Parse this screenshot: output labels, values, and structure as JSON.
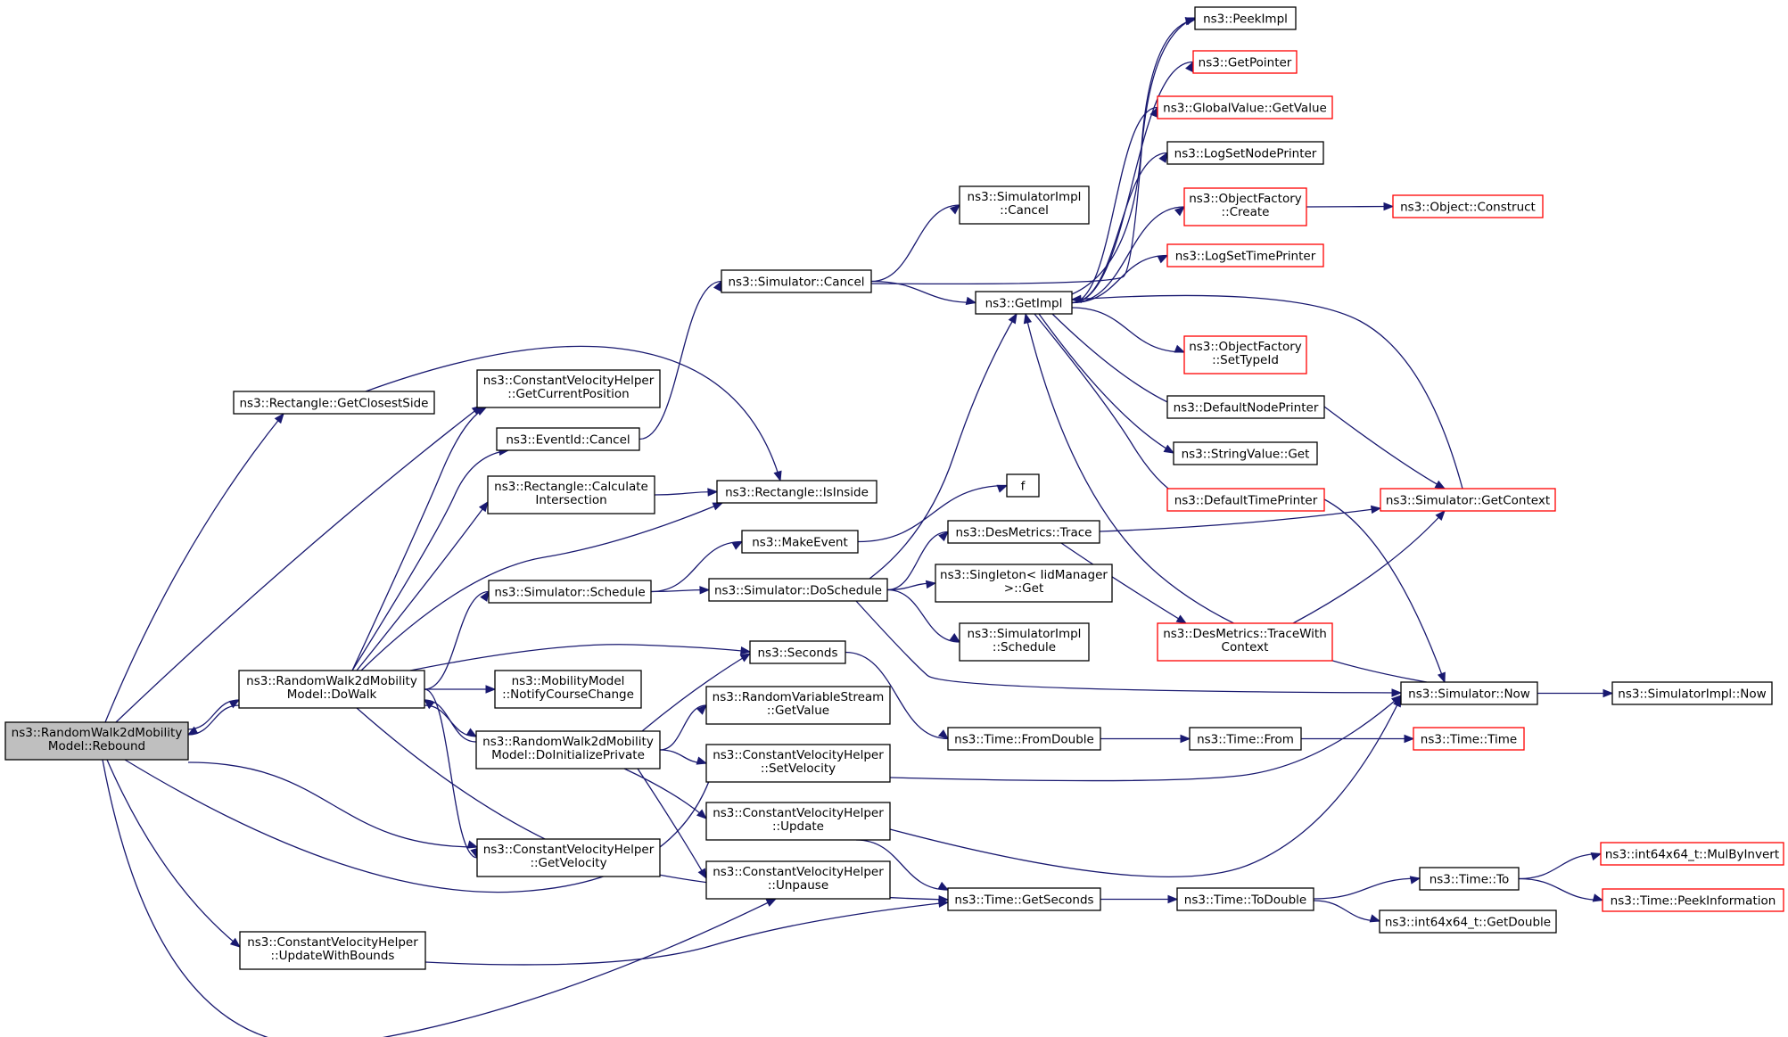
{
  "colors": {
    "edge": "#191970",
    "root_fill": "#bfbfbf",
    "node_fill": "#ffffff",
    "node_border": "#000000",
    "truncated_border": "#ff0000"
  },
  "nodes": [
    {
      "id": "rebound",
      "lines": [
        "ns3::RandomWalk2dMobility",
        "Model::Rebound"
      ],
      "style": "root"
    },
    {
      "id": "getclosestside",
      "lines": [
        "ns3::Rectangle::GetClosestSide"
      ],
      "style": "normal"
    },
    {
      "id": "getcurrentposition",
      "lines": [
        "ns3::ConstantVelocityHelper",
        "::GetCurrentPosition"
      ],
      "style": "normal"
    },
    {
      "id": "eventidcancel",
      "lines": [
        "ns3::EventId::Cancel"
      ],
      "style": "normal"
    },
    {
      "id": "calcintersection",
      "lines": [
        "ns3::Rectangle::Calculate",
        "Intersection"
      ],
      "style": "normal"
    },
    {
      "id": "isinside",
      "lines": [
        "ns3::Rectangle::IsInside"
      ],
      "style": "normal"
    },
    {
      "id": "simschedule",
      "lines": [
        "ns3::Simulator::Schedule"
      ],
      "style": "normal"
    },
    {
      "id": "dowalk",
      "lines": [
        "ns3::RandomWalk2dMobility",
        "Model::DoWalk"
      ],
      "style": "normal"
    },
    {
      "id": "doinitprivate",
      "lines": [
        "ns3::RandomWalk2dMobility",
        "Model::DoInitializePrivate"
      ],
      "style": "normal"
    },
    {
      "id": "getvelocity",
      "lines": [
        "ns3::ConstantVelocityHelper",
        "::GetVelocity"
      ],
      "style": "normal"
    },
    {
      "id": "updatewithbounds",
      "lines": [
        "ns3::ConstantVelocityHelper",
        "::UpdateWithBounds"
      ],
      "style": "normal"
    },
    {
      "id": "simcancel",
      "lines": [
        "ns3::Simulator::Cancel"
      ],
      "style": "normal"
    },
    {
      "id": "makeevent",
      "lines": [
        "ns3::MakeEvent"
      ],
      "style": "normal"
    },
    {
      "id": "doschedule",
      "lines": [
        "ns3::Simulator::DoSchedule"
      ],
      "style": "normal"
    },
    {
      "id": "seconds",
      "lines": [
        "ns3::Seconds"
      ],
      "style": "normal"
    },
    {
      "id": "notifycourse",
      "lines": [
        "ns3::MobilityModel",
        "::NotifyCourseChange"
      ],
      "style": "normal"
    },
    {
      "id": "rvsgetvalue",
      "lines": [
        "ns3::RandomVariableStream",
        "::GetValue"
      ],
      "style": "normal"
    },
    {
      "id": "setvelocity",
      "lines": [
        "ns3::ConstantVelocityHelper",
        "::SetVelocity"
      ],
      "style": "normal"
    },
    {
      "id": "cvhupdate",
      "lines": [
        "ns3::ConstantVelocityHelper",
        "::Update"
      ],
      "style": "normal"
    },
    {
      "id": "unpause",
      "lines": [
        "ns3::ConstantVelocityHelper",
        "::Unpause"
      ],
      "style": "normal"
    },
    {
      "id": "implcancel",
      "lines": [
        "ns3::SimulatorImpl",
        "::Cancel"
      ],
      "style": "normal"
    },
    {
      "id": "getimpl",
      "lines": [
        "ns3::GetImpl"
      ],
      "style": "normal"
    },
    {
      "id": "f",
      "lines": [
        "f"
      ],
      "style": "normal"
    },
    {
      "id": "desmetricstrace",
      "lines": [
        "ns3::DesMetrics::Trace"
      ],
      "style": "normal"
    },
    {
      "id": "singletonget",
      "lines": [
        "ns3::Singleton< IidManager",
        " >::Get"
      ],
      "style": "normal"
    },
    {
      "id": "implschedule",
      "lines": [
        "ns3::SimulatorImpl",
        "::Schedule"
      ],
      "style": "normal"
    },
    {
      "id": "fromdouble",
      "lines": [
        "ns3::Time::FromDouble"
      ],
      "style": "normal"
    },
    {
      "id": "getseconds",
      "lines": [
        "ns3::Time::GetSeconds"
      ],
      "style": "normal"
    },
    {
      "id": "peekimpl",
      "lines": [
        "ns3::PeekImpl"
      ],
      "style": "normal"
    },
    {
      "id": "getpointer",
      "lines": [
        "ns3::GetPointer"
      ],
      "style": "truncated"
    },
    {
      "id": "gvgetvalue",
      "lines": [
        "ns3::GlobalValue::GetValue"
      ],
      "style": "truncated"
    },
    {
      "id": "logsetnodeprinter",
      "lines": [
        "ns3::LogSetNodePrinter"
      ],
      "style": "normal"
    },
    {
      "id": "ofcreate",
      "lines": [
        "ns3::ObjectFactory",
        "::Create"
      ],
      "style": "truncated"
    },
    {
      "id": "logsettimeprinter",
      "lines": [
        "ns3::LogSetTimePrinter"
      ],
      "style": "truncated"
    },
    {
      "id": "ofsettypeid",
      "lines": [
        "ns3::ObjectFactory",
        "::SetTypeId"
      ],
      "style": "truncated"
    },
    {
      "id": "defaultnodeprinter",
      "lines": [
        "ns3::DefaultNodePrinter"
      ],
      "style": "normal"
    },
    {
      "id": "stringvalueget",
      "lines": [
        "ns3::StringValue::Get"
      ],
      "style": "normal"
    },
    {
      "id": "defaulttimeprinter",
      "lines": [
        "ns3::DefaultTimePrinter"
      ],
      "style": "truncated"
    },
    {
      "id": "tracewithcontext",
      "lines": [
        "ns3::DesMetrics::TraceWith",
        "Context"
      ],
      "style": "truncated"
    },
    {
      "id": "timefrom",
      "lines": [
        "ns3::Time::From"
      ],
      "style": "normal"
    },
    {
      "id": "todouble",
      "lines": [
        "ns3::Time::ToDouble"
      ],
      "style": "normal"
    },
    {
      "id": "objectconstruct",
      "lines": [
        "ns3::Object::Construct"
      ],
      "style": "truncated"
    },
    {
      "id": "getcontext",
      "lines": [
        "ns3::Simulator::GetContext"
      ],
      "style": "truncated"
    },
    {
      "id": "simnow",
      "lines": [
        "ns3::Simulator::Now"
      ],
      "style": "normal"
    },
    {
      "id": "timetime",
      "lines": [
        "ns3::Time::Time"
      ],
      "style": "truncated"
    },
    {
      "id": "timeto",
      "lines": [
        "ns3::Time::To"
      ],
      "style": "normal"
    },
    {
      "id": "getdouble",
      "lines": [
        "ns3::int64x64_t::GetDouble"
      ],
      "style": "normal"
    },
    {
      "id": "implnow",
      "lines": [
        "ns3::SimulatorImpl::Now"
      ],
      "style": "normal"
    },
    {
      "id": "mulbyinvert",
      "lines": [
        "ns3::int64x64_t::MulByInvert"
      ],
      "style": "truncated"
    },
    {
      "id": "peekinformation",
      "lines": [
        "ns3::Time::PeekInformation"
      ],
      "style": "truncated"
    }
  ],
  "edges": [
    [
      "rebound",
      "getclosestside"
    ],
    [
      "rebound",
      "getcurrentposition"
    ],
    [
      "rebound",
      "dowalk"
    ],
    [
      "rebound",
      "getvelocity"
    ],
    [
      "rebound",
      "updatewithbounds"
    ],
    [
      "rebound",
      "setvelocity"
    ],
    [
      "rebound",
      "unpause"
    ],
    [
      "getclosestside",
      "isinside"
    ],
    [
      "eventidcancel",
      "simcancel"
    ],
    [
      "calcintersection",
      "isinside"
    ],
    [
      "simschedule",
      "makeevent"
    ],
    [
      "simschedule",
      "doschedule"
    ],
    [
      "dowalk",
      "getcurrentposition"
    ],
    [
      "dowalk",
      "eventidcancel"
    ],
    [
      "dowalk",
      "calcintersection"
    ],
    [
      "dowalk",
      "isinside"
    ],
    [
      "dowalk",
      "simschedule"
    ],
    [
      "dowalk",
      "rebound"
    ],
    [
      "dowalk",
      "seconds"
    ],
    [
      "dowalk",
      "notifycourse"
    ],
    [
      "dowalk",
      "doinitprivate"
    ],
    [
      "dowalk",
      "getvelocity"
    ],
    [
      "dowalk",
      "getseconds"
    ],
    [
      "doinitprivate",
      "dowalk"
    ],
    [
      "doinitprivate",
      "seconds"
    ],
    [
      "doinitprivate",
      "rvsgetvalue"
    ],
    [
      "doinitprivate",
      "setvelocity"
    ],
    [
      "doinitprivate",
      "cvhupdate"
    ],
    [
      "doinitprivate",
      "unpause"
    ],
    [
      "updatewithbounds",
      "getseconds"
    ],
    [
      "simcancel",
      "implcancel"
    ],
    [
      "simcancel",
      "getimpl"
    ],
    [
      "simcancel",
      "peekimpl"
    ],
    [
      "makeevent",
      "f"
    ],
    [
      "doschedule",
      "getimpl"
    ],
    [
      "doschedule",
      "desmetricstrace"
    ],
    [
      "doschedule",
      "singletonget"
    ],
    [
      "doschedule",
      "implschedule"
    ],
    [
      "doschedule",
      "simnow"
    ],
    [
      "seconds",
      "fromdouble"
    ],
    [
      "setvelocity",
      "simnow"
    ],
    [
      "cvhupdate",
      "getseconds"
    ],
    [
      "cvhupdate",
      "simnow"
    ],
    [
      "getimpl",
      "peekimpl"
    ],
    [
      "getimpl",
      "getpointer"
    ],
    [
      "getimpl",
      "gvgetvalue"
    ],
    [
      "getimpl",
      "logsetnodeprinter"
    ],
    [
      "getimpl",
      "ofcreate"
    ],
    [
      "getimpl",
      "logsettimeprinter"
    ],
    [
      "getimpl",
      "ofsettypeid"
    ],
    [
      "getimpl",
      "defaultnodeprinter"
    ],
    [
      "getimpl",
      "stringvalueget"
    ],
    [
      "getimpl",
      "defaulttimeprinter"
    ],
    [
      "desmetricstrace",
      "getcontext"
    ],
    [
      "desmetricstrace",
      "tracewithcontext"
    ],
    [
      "fromdouble",
      "timefrom"
    ],
    [
      "getseconds",
      "todouble"
    ],
    [
      "ofcreate",
      "objectconstruct"
    ],
    [
      "defaultnodeprinter",
      "getcontext"
    ],
    [
      "defaulttimeprinter",
      "simnow"
    ],
    [
      "tracewithcontext",
      "getcontext"
    ],
    [
      "timefrom",
      "timetime"
    ],
    [
      "todouble",
      "timeto"
    ],
    [
      "todouble",
      "getdouble"
    ],
    [
      "getcontext",
      "getimpl"
    ],
    [
      "simnow",
      "getimpl"
    ],
    [
      "simnow",
      "implnow"
    ],
    [
      "timeto",
      "mulbyinvert"
    ],
    [
      "timeto",
      "peekinformation"
    ]
  ]
}
